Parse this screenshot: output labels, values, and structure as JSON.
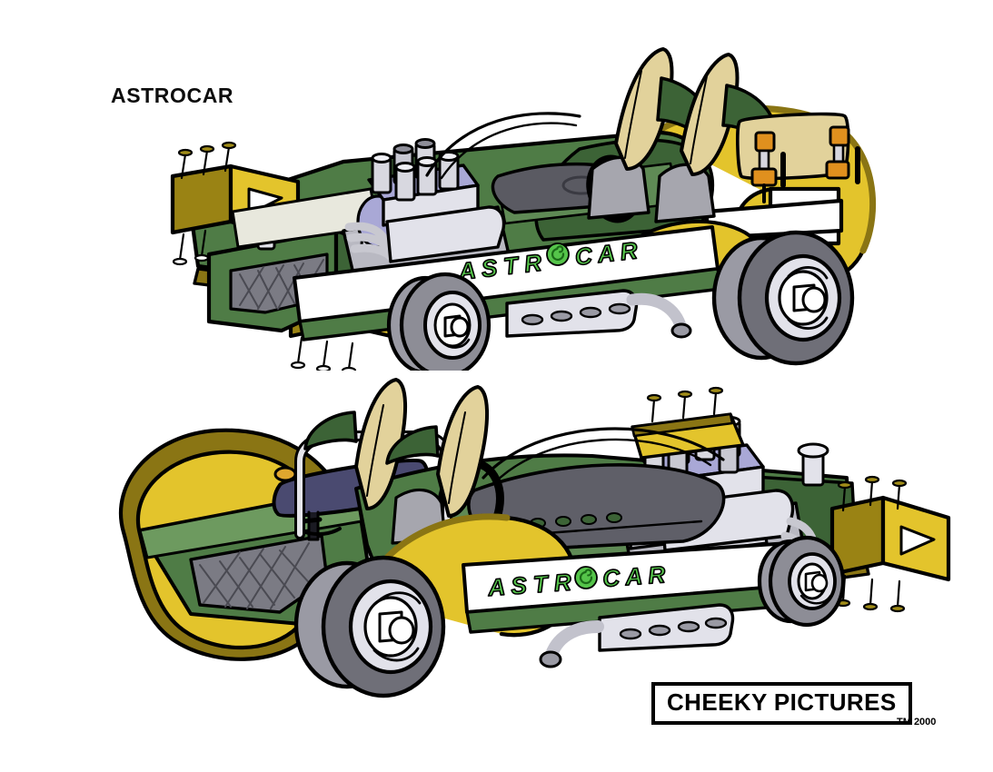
{
  "sheet": {
    "title": "ASTROCAR",
    "background_color": "#ffffff",
    "type": "character-model-sheet",
    "subject": "cartoon hot-rod dune buggy vehicle design, two three-quarter views"
  },
  "studio": {
    "name": "CHEEKY PICTURES",
    "trademark": "TM 2000",
    "box_border_color": "#000000"
  },
  "livery": {
    "side_text": "ASTROCAR",
    "letters": [
      "A",
      "S",
      "T",
      "R",
      "O",
      "C",
      "A",
      "R"
    ],
    "text_color": "#55c44a",
    "outline_color": "#000000",
    "stripe_color": "#ffffff",
    "o_glyph": "spiral-swirl"
  },
  "palette": {
    "body_green": "#4f7c46",
    "body_green_dark": "#3c6336",
    "body_green_light": "#6d9a5f",
    "fender_yellow": "#e3c42c",
    "fender_yellow_dark": "#9a8314",
    "olive_trim": "#8a7514",
    "chrome_light": "#e2e2ea",
    "chrome_mid": "#b9b9c2",
    "chrome_dark": "#8e8e99",
    "tyre_grey": "#8d8d96",
    "tyre_dark": "#6f6f78",
    "seat_tan": "#e2d29b",
    "manifold_lavender": "#a9a8d6",
    "spoiler_navy": "#4a4a70",
    "cap_orange": "#e0901e",
    "outline_black": "#000000",
    "white": "#ffffff"
  },
  "views": [
    {
      "id": "top-view",
      "label": "three-quarter front-left view",
      "facing": "left",
      "parts": [
        {
          "name": "front-bumper",
          "label": "arrow bumper",
          "color": "#e3c42c",
          "count": 2
        },
        {
          "name": "radiator-grille",
          "label": "mesh grille",
          "color": "#7b7b84"
        },
        {
          "name": "engine-block",
          "label": "exposed V8 engine",
          "color": "#d6d6de"
        },
        {
          "name": "velocity-stacks",
          "label": "velocity stacks",
          "count": 6,
          "color": "#d8d8e0"
        },
        {
          "name": "intake-manifold",
          "label": "intake manifold",
          "color": "#a9a8d6"
        },
        {
          "name": "seats",
          "label": "bucket seats",
          "count": 2,
          "color": "#e2d29b"
        },
        {
          "name": "steering-wheel",
          "label": "steering wheel",
          "color": "#5a5a62"
        },
        {
          "name": "rear-deck",
          "label": "rear deck panel",
          "color": "#e2d29b"
        },
        {
          "name": "fuel-caps",
          "label": "fuel caps",
          "count": 2,
          "color": "#e0901e"
        },
        {
          "name": "exhaust",
          "label": "side exhaust pipe",
          "color": "#d6d6de"
        },
        {
          "name": "front-wheel",
          "label": "front wheel",
          "color": "#8d8d96"
        },
        {
          "name": "rear-wheel",
          "label": "rear wheel",
          "color": "#8d8d96"
        },
        {
          "name": "side-stripe",
          "label": "ASTROCAR side stripe",
          "color": "#ffffff"
        }
      ]
    },
    {
      "id": "bottom-view",
      "label": "three-quarter front-right view",
      "facing": "right",
      "parts": [
        {
          "name": "rear-bumper",
          "label": "arrow bumper",
          "color": "#e3c42c"
        },
        {
          "name": "radiator-grille",
          "label": "mesh grille",
          "color": "#7b7b84"
        },
        {
          "name": "hood-spoiler",
          "label": "hood spoiler",
          "color": "#4a4a70"
        },
        {
          "name": "roll-bar",
          "label": "roll bar",
          "color": "#e5e5ea"
        },
        {
          "name": "engine-block",
          "label": "exposed V8 engine",
          "color": "#d6d6de"
        },
        {
          "name": "velocity-stacks",
          "label": "velocity stacks",
          "count": 6,
          "color": "#d8d8e0"
        },
        {
          "name": "intake-manifold",
          "label": "intake manifold",
          "color": "#a9a8d6"
        },
        {
          "name": "seats",
          "label": "bucket seats",
          "count": 2,
          "color": "#e2d29b"
        },
        {
          "name": "headrest-fins",
          "label": "headrest fins",
          "count": 2,
          "color": "#3c6336"
        },
        {
          "name": "steering-wheel",
          "label": "steering wheel",
          "color": "#4a4a52"
        },
        {
          "name": "dashboard",
          "label": "dashboard",
          "color": "#5f5f68"
        },
        {
          "name": "exhaust",
          "label": "side exhaust pipe",
          "color": "#d6d6de"
        },
        {
          "name": "front-wheel",
          "label": "front wheel",
          "color": "#8d8d96"
        },
        {
          "name": "rear-wheel",
          "label": "rear wheel",
          "color": "#8d8d96"
        },
        {
          "name": "side-stripe",
          "label": "ASTROCAR side stripe",
          "color": "#ffffff"
        }
      ]
    }
  ]
}
